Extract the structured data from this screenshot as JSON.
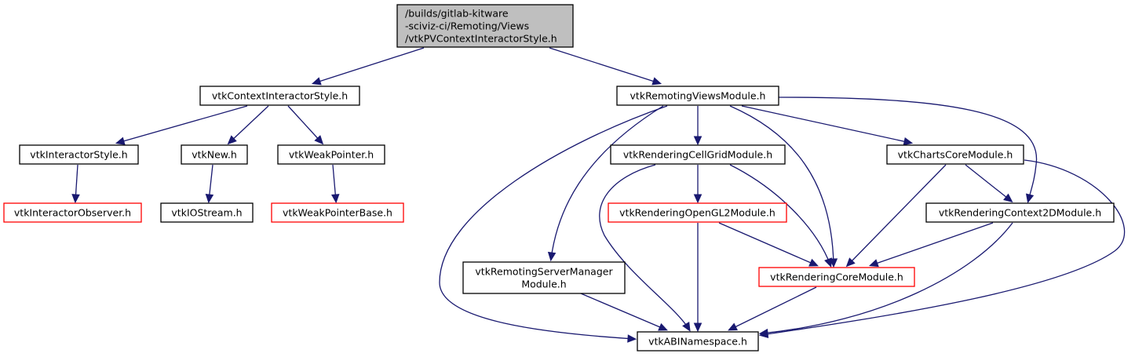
{
  "title": "Include dependency graph for vtkPVContextInteractorStyle.h",
  "colors": {
    "edge": "#191970",
    "root_fill": "#bfbfbf",
    "node_fill": "#ffffff",
    "node_border": "#000000",
    "truncated_border": "#ff0000"
  },
  "nodes": [
    {
      "id": "root",
      "lines": [
        "/builds/gitlab-kitware",
        "-sciviz-ci/Remoting/Views",
        "/vtkPVContextInteractorStyle.h"
      ],
      "kind": "root"
    },
    {
      "id": "ctxstyle",
      "lines": [
        "vtkContextInteractorStyle.h"
      ],
      "kind": "normal"
    },
    {
      "id": "remviews",
      "lines": [
        "vtkRemotingViewsModule.h"
      ],
      "kind": "normal"
    },
    {
      "id": "istyle",
      "lines": [
        "vtkInteractorStyle.h"
      ],
      "kind": "normal"
    },
    {
      "id": "new",
      "lines": [
        "vtkNew.h"
      ],
      "kind": "normal"
    },
    {
      "id": "weak",
      "lines": [
        "vtkWeakPointer.h"
      ],
      "kind": "normal"
    },
    {
      "id": "iobs",
      "lines": [
        "vtkInteractorObserver.h"
      ],
      "kind": "truncated"
    },
    {
      "id": "iostream",
      "lines": [
        "vtkIOStream.h"
      ],
      "kind": "normal"
    },
    {
      "id": "weakbase",
      "lines": [
        "vtkWeakPointerBase.h"
      ],
      "kind": "truncated"
    },
    {
      "id": "cellgrid",
      "lines": [
        "vtkRenderingCellGridModule.h"
      ],
      "kind": "normal"
    },
    {
      "id": "charts",
      "lines": [
        "vtkChartsCoreModule.h"
      ],
      "kind": "normal"
    },
    {
      "id": "ogl2",
      "lines": [
        "vtkRenderingOpenGL2Module.h"
      ],
      "kind": "truncated"
    },
    {
      "id": "ctx2d",
      "lines": [
        "vtkRenderingContext2DModule.h"
      ],
      "kind": "normal"
    },
    {
      "id": "srvmgr",
      "lines": [
        "vtkRemotingServerManager",
        "Module.h"
      ],
      "kind": "normal"
    },
    {
      "id": "core",
      "lines": [
        "vtkRenderingCoreModule.h"
      ],
      "kind": "truncated"
    },
    {
      "id": "abi",
      "lines": [
        "vtkABINamespace.h"
      ],
      "kind": "normal"
    }
  ],
  "edges": [
    {
      "from": "root",
      "to": "ctxstyle"
    },
    {
      "from": "root",
      "to": "remviews"
    },
    {
      "from": "ctxstyle",
      "to": "istyle"
    },
    {
      "from": "ctxstyle",
      "to": "new"
    },
    {
      "from": "ctxstyle",
      "to": "weak"
    },
    {
      "from": "istyle",
      "to": "iobs"
    },
    {
      "from": "new",
      "to": "iostream"
    },
    {
      "from": "weak",
      "to": "weakbase"
    },
    {
      "from": "remviews",
      "to": "abi"
    },
    {
      "from": "remviews",
      "to": "srvmgr"
    },
    {
      "from": "remviews",
      "to": "cellgrid"
    },
    {
      "from": "remviews",
      "to": "core"
    },
    {
      "from": "remviews",
      "to": "charts"
    },
    {
      "from": "remviews",
      "to": "ctx2d"
    },
    {
      "from": "cellgrid",
      "to": "abi"
    },
    {
      "from": "cellgrid",
      "to": "ogl2"
    },
    {
      "from": "cellgrid",
      "to": "core"
    },
    {
      "from": "charts",
      "to": "core"
    },
    {
      "from": "charts",
      "to": "ctx2d"
    },
    {
      "from": "charts",
      "to": "abi"
    },
    {
      "from": "ogl2",
      "to": "abi"
    },
    {
      "from": "ogl2",
      "to": "core"
    },
    {
      "from": "ctx2d",
      "to": "core"
    },
    {
      "from": "ctx2d",
      "to": "abi"
    },
    {
      "from": "srvmgr",
      "to": "abi"
    },
    {
      "from": "core",
      "to": "abi"
    }
  ]
}
